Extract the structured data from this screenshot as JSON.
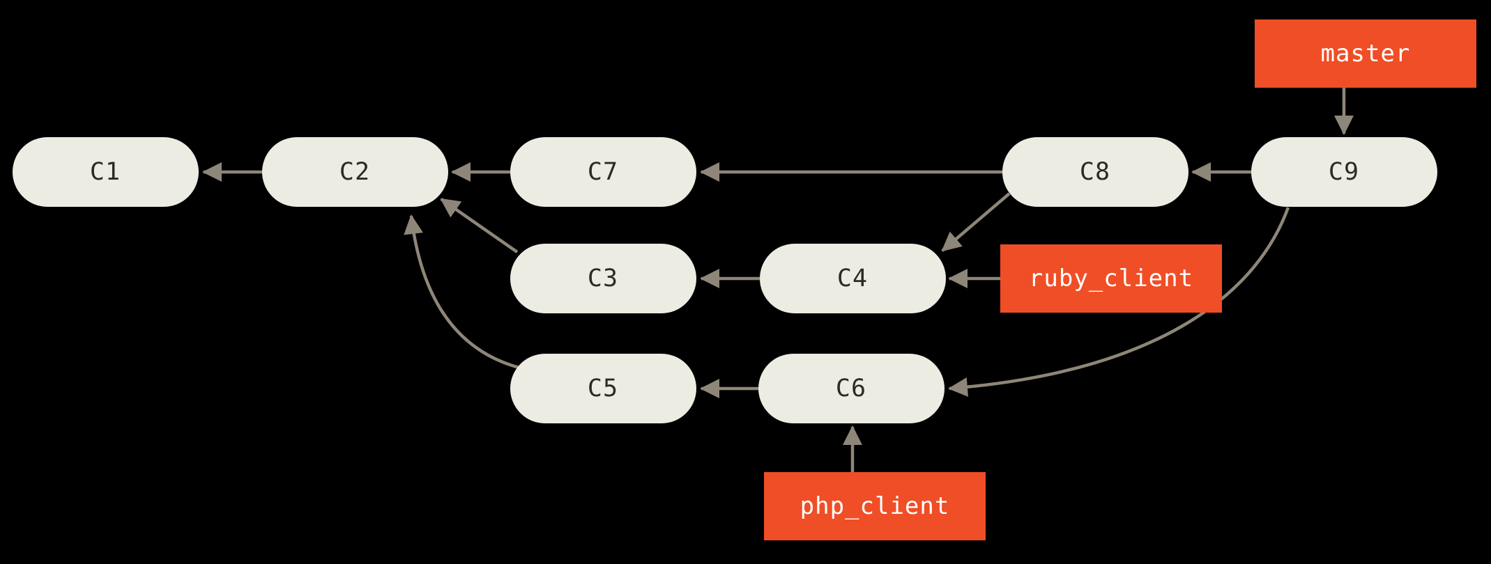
{
  "diagram": {
    "type": "git-commit-graph",
    "colors": {
      "background": "#000000",
      "node_fill": "#EDECE3",
      "node_text": "#2B2A26",
      "branch_fill": "#F04E26",
      "branch_text": "#FFFFFF",
      "arrow": "#8E8678"
    },
    "nodes": [
      {
        "id": "C1",
        "label": "C1"
      },
      {
        "id": "C2",
        "label": "C2"
      },
      {
        "id": "C3",
        "label": "C3"
      },
      {
        "id": "C4",
        "label": "C4"
      },
      {
        "id": "C5",
        "label": "C5"
      },
      {
        "id": "C6",
        "label": "C6"
      },
      {
        "id": "C7",
        "label": "C7"
      },
      {
        "id": "C8",
        "label": "C8"
      },
      {
        "id": "C9",
        "label": "C9"
      }
    ],
    "branches": [
      {
        "id": "master",
        "label": "master",
        "points_to": "C9"
      },
      {
        "id": "ruby_client",
        "label": "ruby_client",
        "points_to": "C4"
      },
      {
        "id": "php_client",
        "label": "php_client",
        "points_to": "C6"
      }
    ],
    "edges": [
      {
        "from": "C2",
        "to": "C1"
      },
      {
        "from": "C7",
        "to": "C2"
      },
      {
        "from": "C3",
        "to": "C2"
      },
      {
        "from": "C5",
        "to": "C2"
      },
      {
        "from": "C4",
        "to": "C3"
      },
      {
        "from": "C6",
        "to": "C5"
      },
      {
        "from": "C8",
        "to": "C7"
      },
      {
        "from": "C8",
        "to": "C4"
      },
      {
        "from": "C9",
        "to": "C8"
      },
      {
        "from": "C9",
        "to": "C6"
      },
      {
        "from": "master",
        "to": "C9"
      },
      {
        "from": "ruby_client",
        "to": "C4"
      },
      {
        "from": "php_client",
        "to": "C6"
      }
    ]
  }
}
